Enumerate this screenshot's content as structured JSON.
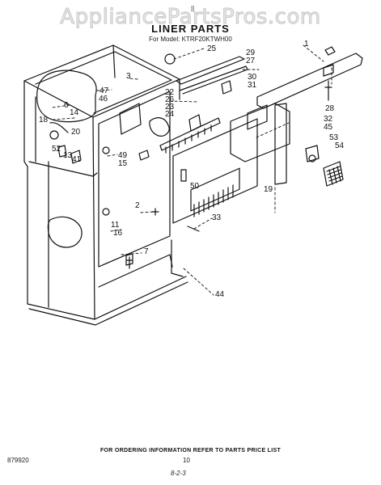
{
  "watermark": "AppliancePartsPros.com",
  "marker": "||",
  "title": "LINER PARTS",
  "model_line": "For Model: KTRF20KTWH00",
  "callouts": {
    "c1": "1",
    "c25": "25",
    "c29": "29",
    "c27": "27",
    "c30": "30",
    "c31": "31",
    "c3": "3",
    "c47": "47",
    "c46": "46",
    "c6": "6",
    "c14": "14",
    "c18": "18",
    "c20": "20",
    "c52": "52",
    "c13": "13",
    "c41": "41",
    "c22": "22",
    "c26": "26",
    "c23": "23",
    "c24": "24",
    "c49": "49",
    "c15": "15",
    "c28": "28",
    "c32": "32",
    "c45": "45",
    "c53": "53",
    "c54": "54",
    "c50": "50",
    "c19": "19",
    "c2": "2",
    "c33": "33",
    "c11": "11",
    "c16": "16",
    "c7": "7",
    "c44": "44"
  },
  "footer": {
    "info": "FOR ORDERING INFORMATION REFER TO PARTS PRICE LIST",
    "doc_no": "879920",
    "page_no": "10",
    "revision": "8-2-3"
  }
}
